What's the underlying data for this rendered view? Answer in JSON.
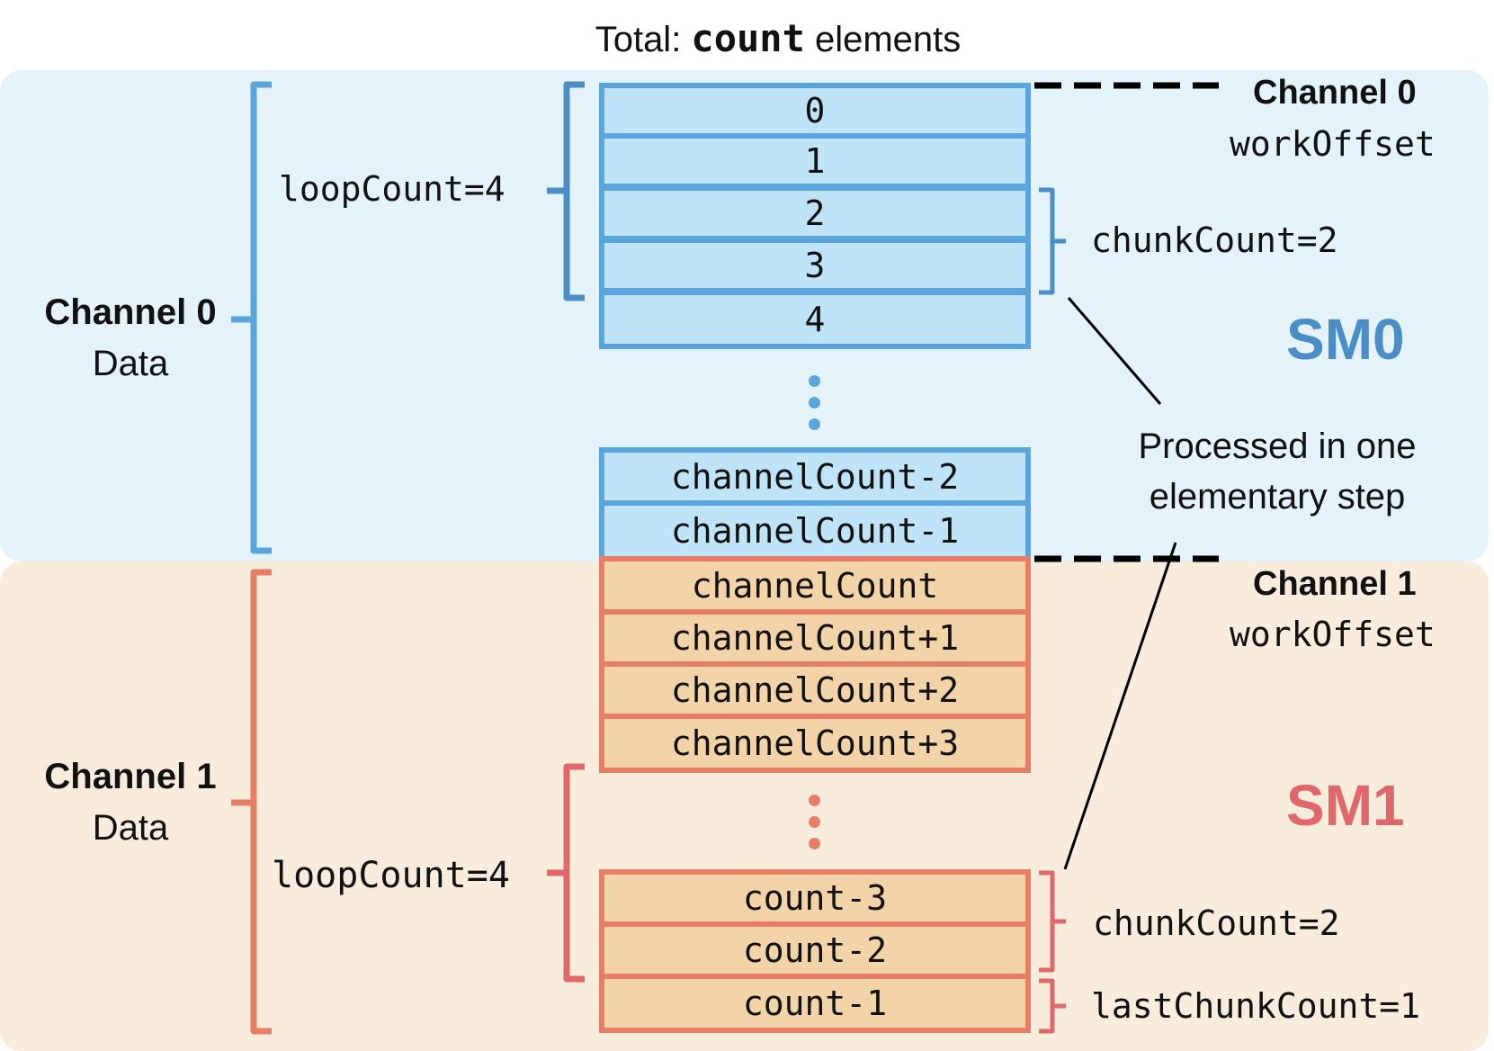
{
  "title": {
    "prefix": "Total: ",
    "emphasis": "count",
    "suffix": " elements"
  },
  "colors": {
    "blue": "#5aa6dc",
    "blue_fill": "#bfe3f7",
    "blue_bg": "#e4f3fa",
    "orange": "#e77f66",
    "orange_fill": "#f3d3a8",
    "orange_bg": "#f8ecdd",
    "sm0": "#4a8ec5",
    "sm1": "#e0676a"
  },
  "channel0": {
    "label": "Channel 0",
    "sublabel": "Data",
    "loop": "loopCount=4",
    "chunk": "chunkCount=2",
    "offset_label": "Channel 0",
    "offset_sub": "workOffset",
    "sm": "SM0",
    "cells": [
      "0",
      "1",
      "2",
      "3",
      "4"
    ],
    "tail_cells": [
      "channelCount-2",
      "channelCount-1"
    ]
  },
  "channel1": {
    "label": "Channel 1",
    "sublabel": "Data",
    "loop": "loopCount=4",
    "chunk": "chunkCount=2",
    "last_chunk": "lastChunkCount=1",
    "offset_label": "Channel 1",
    "offset_sub": "workOffset",
    "sm": "SM1",
    "cells": [
      "channelCount",
      "channelCount+1",
      "channelCount+2",
      "channelCount+3"
    ],
    "tail_cells": [
      "count-3",
      "count-2",
      "count-1"
    ]
  },
  "note": {
    "line1": "Processed in one",
    "line2": "elementary step"
  }
}
